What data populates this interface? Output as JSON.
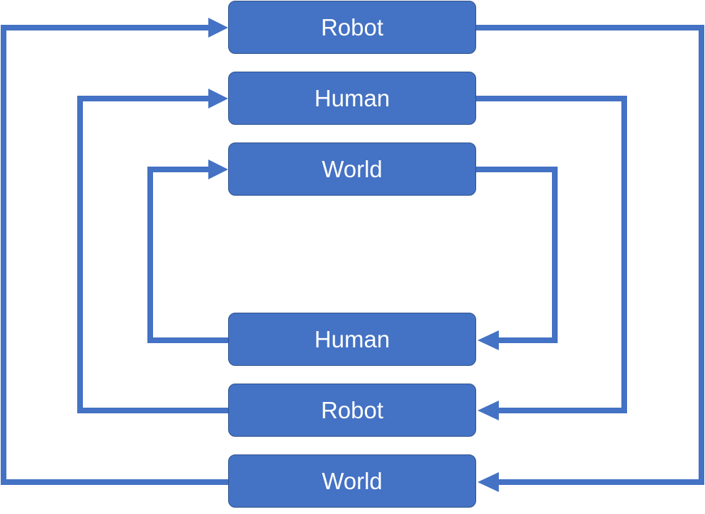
{
  "diagram": {
    "top_boxes": [
      "Robot",
      "Human",
      "World"
    ],
    "bottom_boxes": [
      "Human",
      "Robot",
      "World"
    ],
    "colors": {
      "box_fill": "#4472c4",
      "box_border": "#2f528f",
      "connector": "#4472c4",
      "text": "#ffffff"
    }
  }
}
